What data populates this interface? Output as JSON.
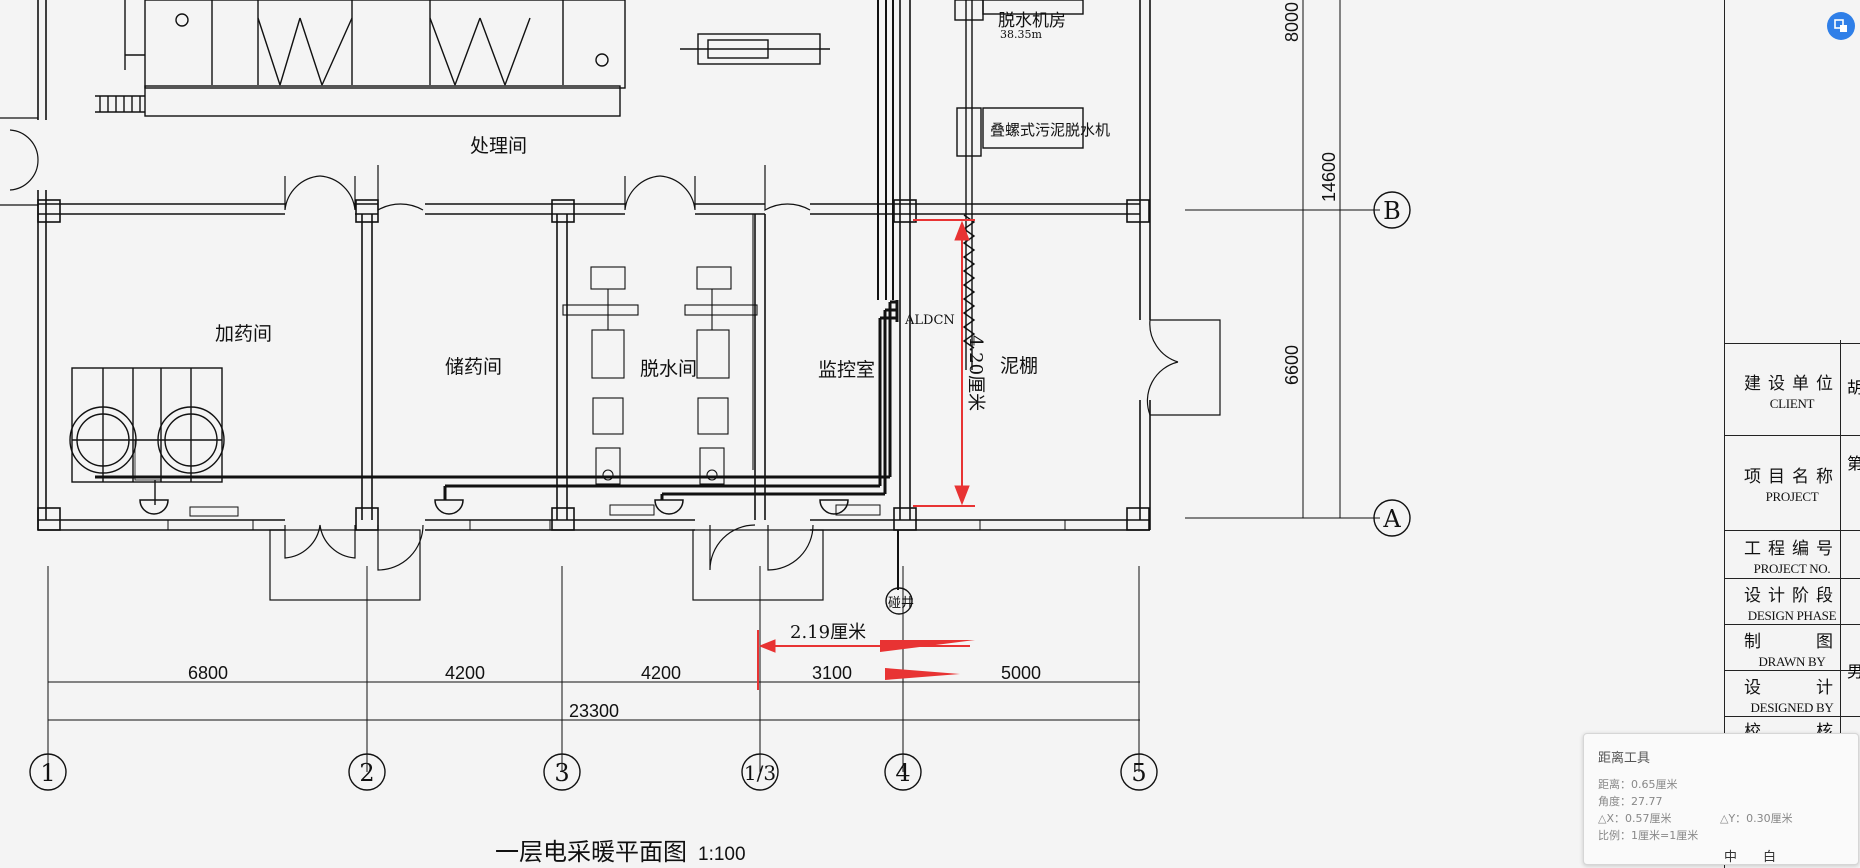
{
  "drawing": {
    "rooms": {
      "treatment": "处理间",
      "dosing": "加药间",
      "storage": "储药间",
      "dewater": "脱水间",
      "monitor": "监控室",
      "shed": "泥棚",
      "dewater_machine_room": "脱水机房",
      "area_note": "38.35m"
    },
    "equipment": {
      "screw_press": "叠螺式污泥脱水机",
      "aldcn": "ALDCN"
    },
    "dims_bottom": [
      "6800",
      "4200",
      "4200",
      "3100",
      "5000"
    ],
    "dim_total": "23300",
    "dims_right": [
      "8000",
      "14600",
      "6600"
    ],
    "axes_bottom": [
      "1",
      "2",
      "3",
      "1/3",
      "4",
      "5"
    ],
    "axes_right": [
      "B",
      "A"
    ],
    "plan_title": "一层电采暖平面图",
    "plan_scale": "1:100",
    "measure_h": "2.19厘米",
    "measure_v": "4.20厘米",
    "trench_label": "碰井"
  },
  "title_block": [
    {
      "zh": "建设单位",
      "en": "CLIENT",
      "val": "胡"
    },
    {
      "zh": "项目名称",
      "en": "PROJECT",
      "val": "第"
    },
    {
      "zh": "工程编号",
      "en": "PROJECT NO.",
      "val": ""
    },
    {
      "zh": "设计阶段",
      "en": "DESIGN PHASE",
      "val": ""
    },
    {
      "zh": "制　　图",
      "en": "DRAWN BY",
      "val": "男"
    },
    {
      "zh": "设　　计",
      "en": "DESIGNED BY",
      "val": ""
    },
    {
      "zh": "校　　核",
      "en": "",
      "val": ""
    }
  ],
  "measure_tool": {
    "title": "距离工具",
    "distance": "距离：0.65厘米",
    "angle": "角度：27.77",
    "dx": "△X：0.57厘米",
    "dy": "△Y：0.30厘米",
    "scale": "比例：1厘米=1厘米",
    "hidden": "中　　白"
  },
  "corner_button_icon": "app-switch-icon",
  "colors": {
    "accent": "#2f7fe8",
    "measure": "#e83333",
    "line": "#111111"
  }
}
